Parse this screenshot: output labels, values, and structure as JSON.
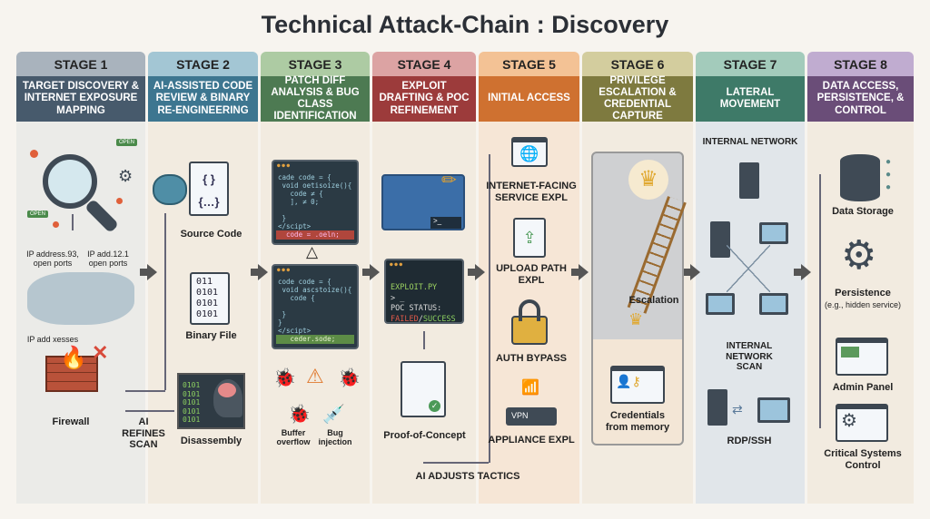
{
  "title": "Technical Attack-Chain : Discovery",
  "stages": [
    {
      "label": "STAGE 1",
      "desc": "TARGET DISCOVERY & INTERNET EXPOSURE MAPPING",
      "label_color": "#a9b3bd",
      "desc_color": "#475a6c",
      "bg": "#ebebe8"
    },
    {
      "label": "STAGE 2",
      "desc": "AI-ASSISTED CODE REVIEW & BINARY RE-ENGINEERING",
      "label_color": "#a3c6d4",
      "desc_color": "#3d7690",
      "bg": "#f2ebe0"
    },
    {
      "label": "STAGE 3",
      "desc": "PATCH DIFF ANALYSIS & BUG CLASS IDENTIFICATION",
      "label_color": "#adcba3",
      "desc_color": "#4d7a52",
      "bg": "#f2ebe0"
    },
    {
      "label": "STAGE 4",
      "desc": "EXPLOIT DRAFTING & POC REFINEMENT",
      "label_color": "#dca3a3",
      "desc_color": "#9c3b3b",
      "bg": "#f2ebe0"
    },
    {
      "label": "STAGE 5",
      "desc": "INITIAL ACCESS",
      "label_color": "#f3c295",
      "desc_color": "#cf7130",
      "bg": "#f6e6d6"
    },
    {
      "label": "STAGE 6",
      "desc": "PRIVILEGE ESCALATION & CREDENTIAL CAPTURE",
      "label_color": "#d3cd9e",
      "desc_color": "#7e7a3f",
      "bg": "#f2ebe0"
    },
    {
      "label": "STAGE 7",
      "desc": "LATERAL MOVEMENT",
      "label_color": "#a3cbbb",
      "desc_color": "#3e7a68",
      "bg": "#e1e6ea"
    },
    {
      "label": "STAGE 8",
      "desc": "DATA ACCESS, PERSISTENCE, & CONTROL",
      "label_color": "#c0acd0",
      "desc_color": "#6a4d78",
      "bg": "#f2ebe0"
    }
  ],
  "s1": {
    "open1": "OPEN",
    "open2": "OPEN",
    "ip1": "IP address.93, open ports",
    "ip2": "IP add.12.1 open ports",
    "ip3": "IP add xesses",
    "firewall": "Firewall",
    "refine": "AI REFINES SCAN"
  },
  "s2": {
    "source": "Source Code",
    "binary": "Binary File",
    "binary_text": "011\n0101\n0101\n0101",
    "disasm": "Disassembly",
    "disasm_text": "0101\n0101\n0101\n0101\n0101"
  },
  "s3": {
    "code1": "cade code = {\n void oetisoize(){\n   code ≠ {\n   ], ≠ 0;\n\n }\n</scipt>",
    "code1_hl": "  code = .oeln;",
    "code2": "code code = {\n void ascstoize(){\n   code {\n\n }\n}\n</scipt>",
    "code2_hl": "   ceder.sode;",
    "buffer": "Buffer overflow",
    "bug": "Bug injection"
  },
  "s4": {
    "exploit": "EXPLOIT.PY",
    "prompt": "> _",
    "status": "POC STATUS:",
    "failed": "FAILED",
    "slash": "/",
    "success": "SUCCESS",
    "poc": "Proof-of-Concept",
    "adjust": "AI ADJUSTS TACTICS"
  },
  "s5": {
    "svc": "INTERNET-FACING SERVICE EXPL",
    "upload": "UPLOAD PATH EXPL",
    "auth": "AUTH BYPASS",
    "vpn": "VPN",
    "appliance": "APPLIANCE EXPL"
  },
  "s6": {
    "escalation": "Escalation",
    "creds": "Credentials from memory"
  },
  "s7": {
    "network": "INTERNAL NETWORK",
    "scan": "INTERNAL NETWORK SCAN",
    "rdp": "RDP/SSH"
  },
  "s8": {
    "storage": "Data Storage",
    "persistence": "Persistence",
    "persistence_sub": "(e.g., hidden service)",
    "admin": "Admin Panel",
    "critical": "Critical Systems Control"
  }
}
